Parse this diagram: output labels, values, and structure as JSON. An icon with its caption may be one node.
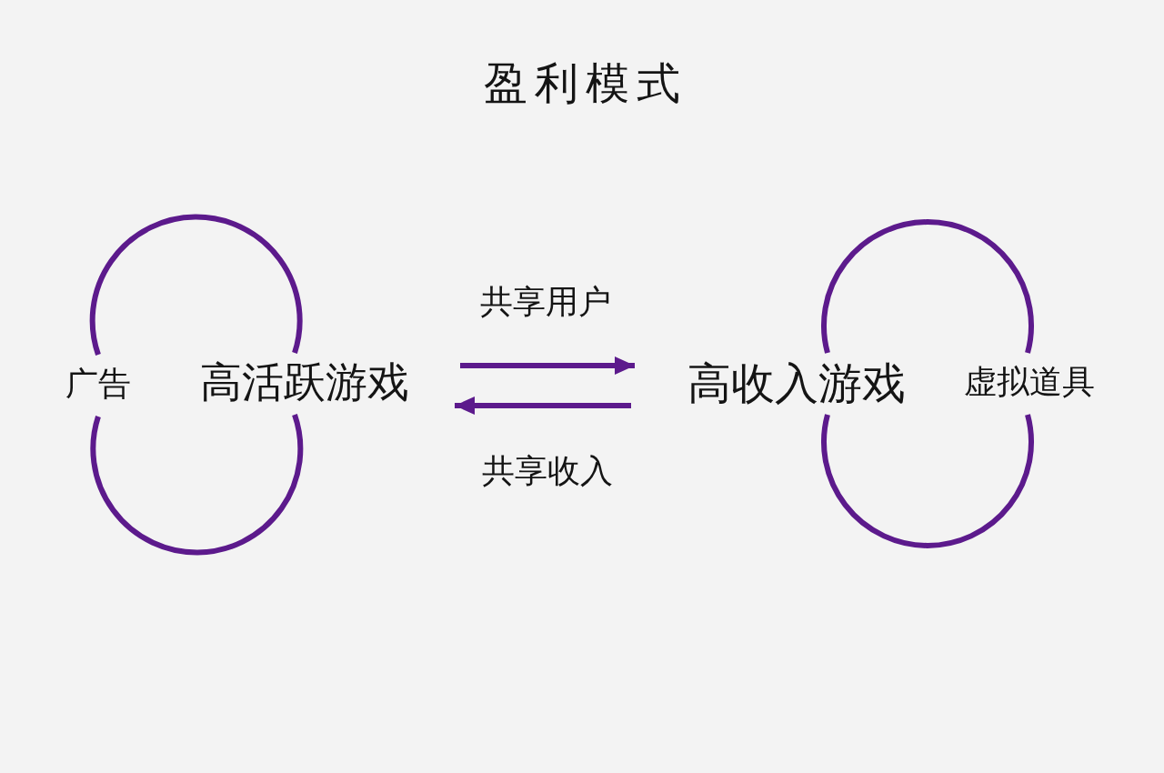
{
  "diagram": {
    "title": "盈利模式",
    "nodes": [
      {
        "text": [
          "广告"
        ]
      },
      {
        "text": [
          "高活跃游戏"
        ]
      },
      {
        "text": [
          "高收入游戏"
        ]
      },
      {
        "text": [
          "虚拟道具"
        ]
      }
    ],
    "edges": [
      {
        "from": 1,
        "to": 2,
        "arrow": "to",
        "label": "共享用户"
      },
      {
        "from": 2,
        "to": 1,
        "arrow": "to",
        "label": "共享收入"
      },
      {
        "from": 0,
        "to": 1,
        "arrow": "none"
      },
      {
        "from": 0,
        "to": 1,
        "arrow": "none"
      },
      {
        "from": 2,
        "to": 3,
        "arrow": "none"
      },
      {
        "from": 2,
        "to": 3,
        "arrow": "none"
      }
    ]
  }
}
